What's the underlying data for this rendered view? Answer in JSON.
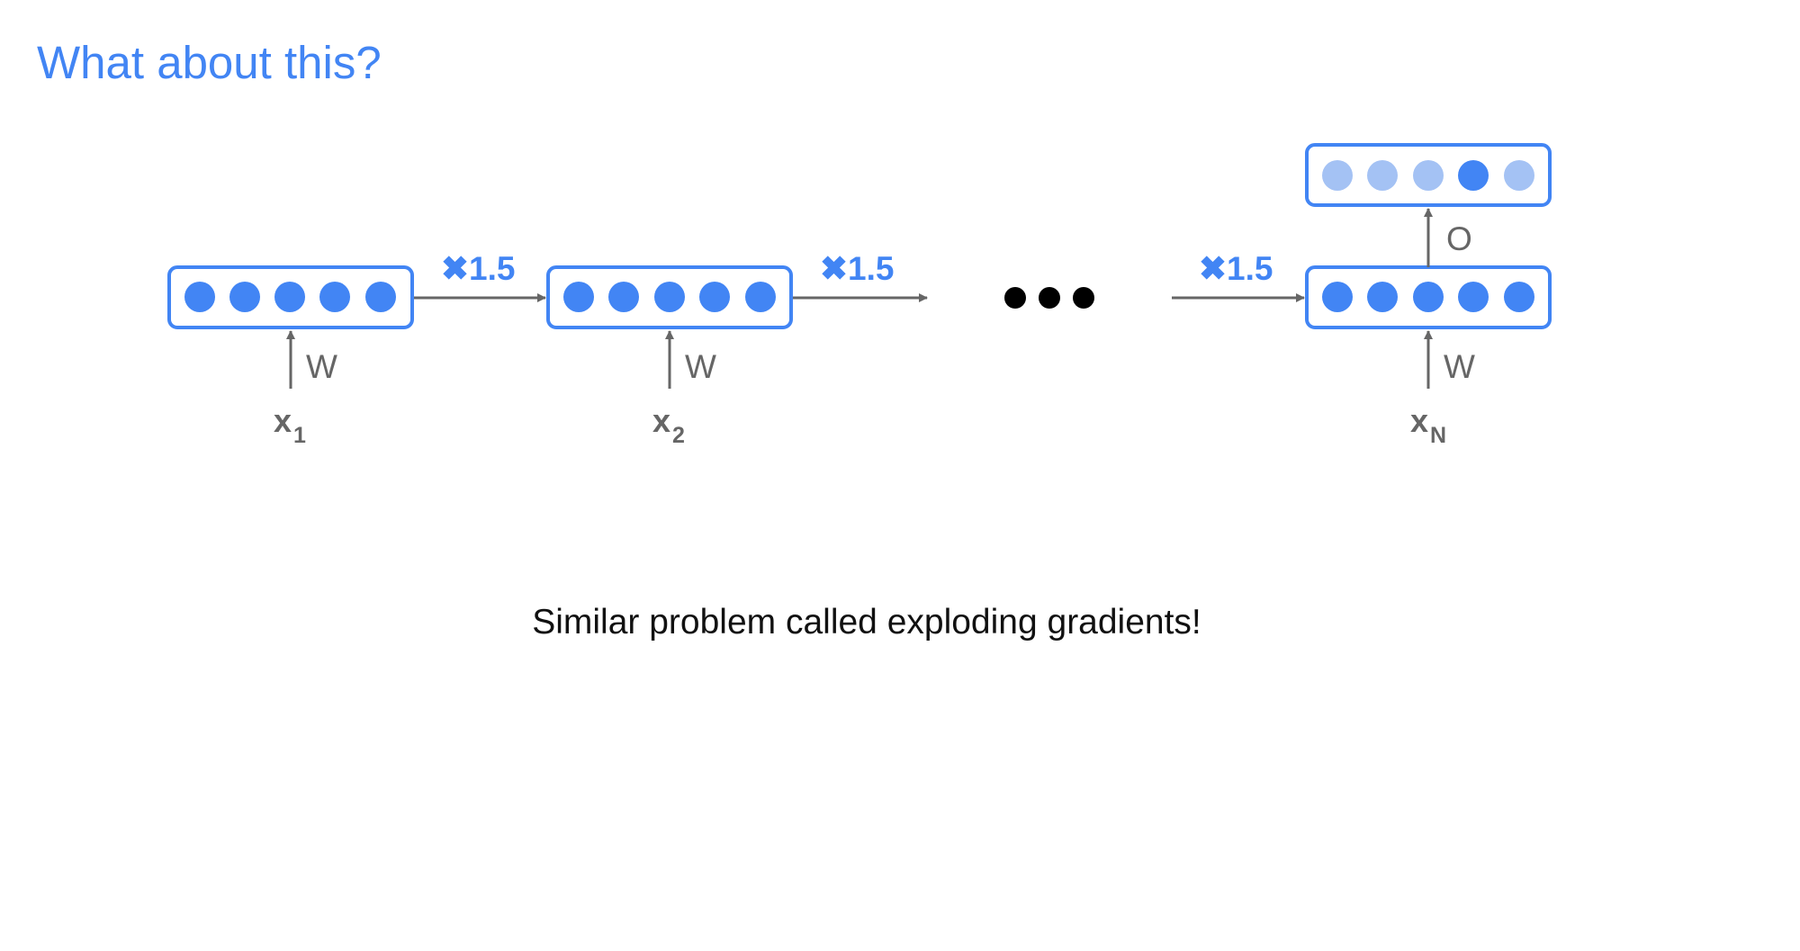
{
  "slide": {
    "title": "What about this?",
    "caption": "Similar problem called exploding gradients!"
  },
  "diagram": {
    "weight_label": "W",
    "output_label": "O",
    "multiplier_label": "✖1.5",
    "inputs": [
      {
        "base": "x",
        "sub": "1"
      },
      {
        "base": "x",
        "sub": "2"
      },
      {
        "base": "x",
        "sub": "N"
      }
    ],
    "ellipsis": "•••",
    "colors": {
      "accent": "#4285f4",
      "node": "#4285f4",
      "node_faded": "#a4c2f4",
      "arrow": "#666666",
      "label": "#666666",
      "dots": "#000000"
    },
    "output_nodes": [
      {
        "state": "faded"
      },
      {
        "state": "faded"
      },
      {
        "state": "faded"
      },
      {
        "state": "active"
      },
      {
        "state": "faded"
      }
    ]
  }
}
